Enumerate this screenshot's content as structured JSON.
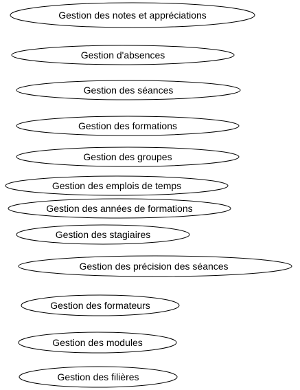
{
  "use_cases": [
    {
      "id": "notes",
      "label": "Gestion des notes et appréciations"
    },
    {
      "id": "absences",
      "label": "Gestion d'absences"
    },
    {
      "id": "seances",
      "label": "Gestion des séances"
    },
    {
      "id": "formations",
      "label": "Gestion des formations"
    },
    {
      "id": "groupes",
      "label": "Gestion des groupes"
    },
    {
      "id": "emplois-du-temps",
      "label": "Gestion des emplois de temps"
    },
    {
      "id": "annees-formations",
      "label": "Gestion des années de formations"
    },
    {
      "id": "stagiaires",
      "label": "Gestion des stagiaires"
    },
    {
      "id": "precision-seances",
      "label": "Gestion des précision des séances"
    },
    {
      "id": "formateurs",
      "label": "Gestion des formateurs"
    },
    {
      "id": "modules",
      "label": "Gestion des modules"
    },
    {
      "id": "filieres",
      "label": "Gestion des filières"
    }
  ]
}
